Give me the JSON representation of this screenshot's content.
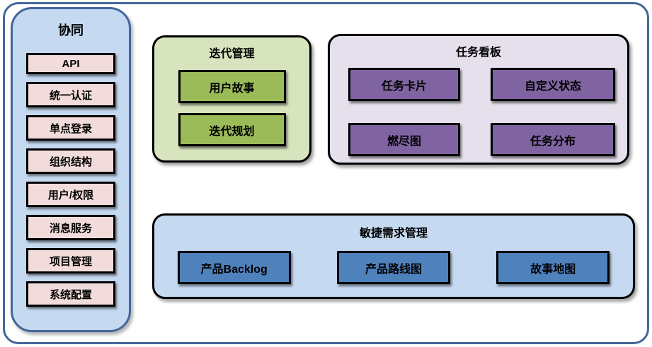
{
  "diagram": {
    "sidebar": {
      "title": "协同",
      "items": [
        "API",
        "统一认证",
        "单点登录",
        "组织结构",
        "用户/权限",
        "消息服务",
        "项目管理",
        "系统配置"
      ]
    },
    "panels": {
      "iteration": {
        "title": "迭代管理",
        "items": [
          "用户故事",
          "迭代规划"
        ]
      },
      "kanban": {
        "title": "任务看板",
        "items": [
          "任务卡片",
          "自定义状态",
          "燃尽图",
          "任务分布"
        ]
      },
      "agile": {
        "title": "敏捷需求管理",
        "items": [
          "产品Backlog",
          "产品路线图",
          "故事地图"
        ]
      }
    }
  },
  "palette": {
    "frame_border": "#44679b",
    "box_border": "#000000",
    "sidebar_bg": "#c5d9f1",
    "sidebar_item_bg": "#f2dcdb",
    "iteration_panel_bg": "#d7e4bd",
    "iteration_item_bg": "#9bbb59",
    "kanban_panel_bg": "#e6e0ec",
    "kanban_item_bg": "#8064a2",
    "agile_panel_bg": "#c5d9f1",
    "agile_item_bg": "#4f81bd",
    "text": "#000000"
  }
}
